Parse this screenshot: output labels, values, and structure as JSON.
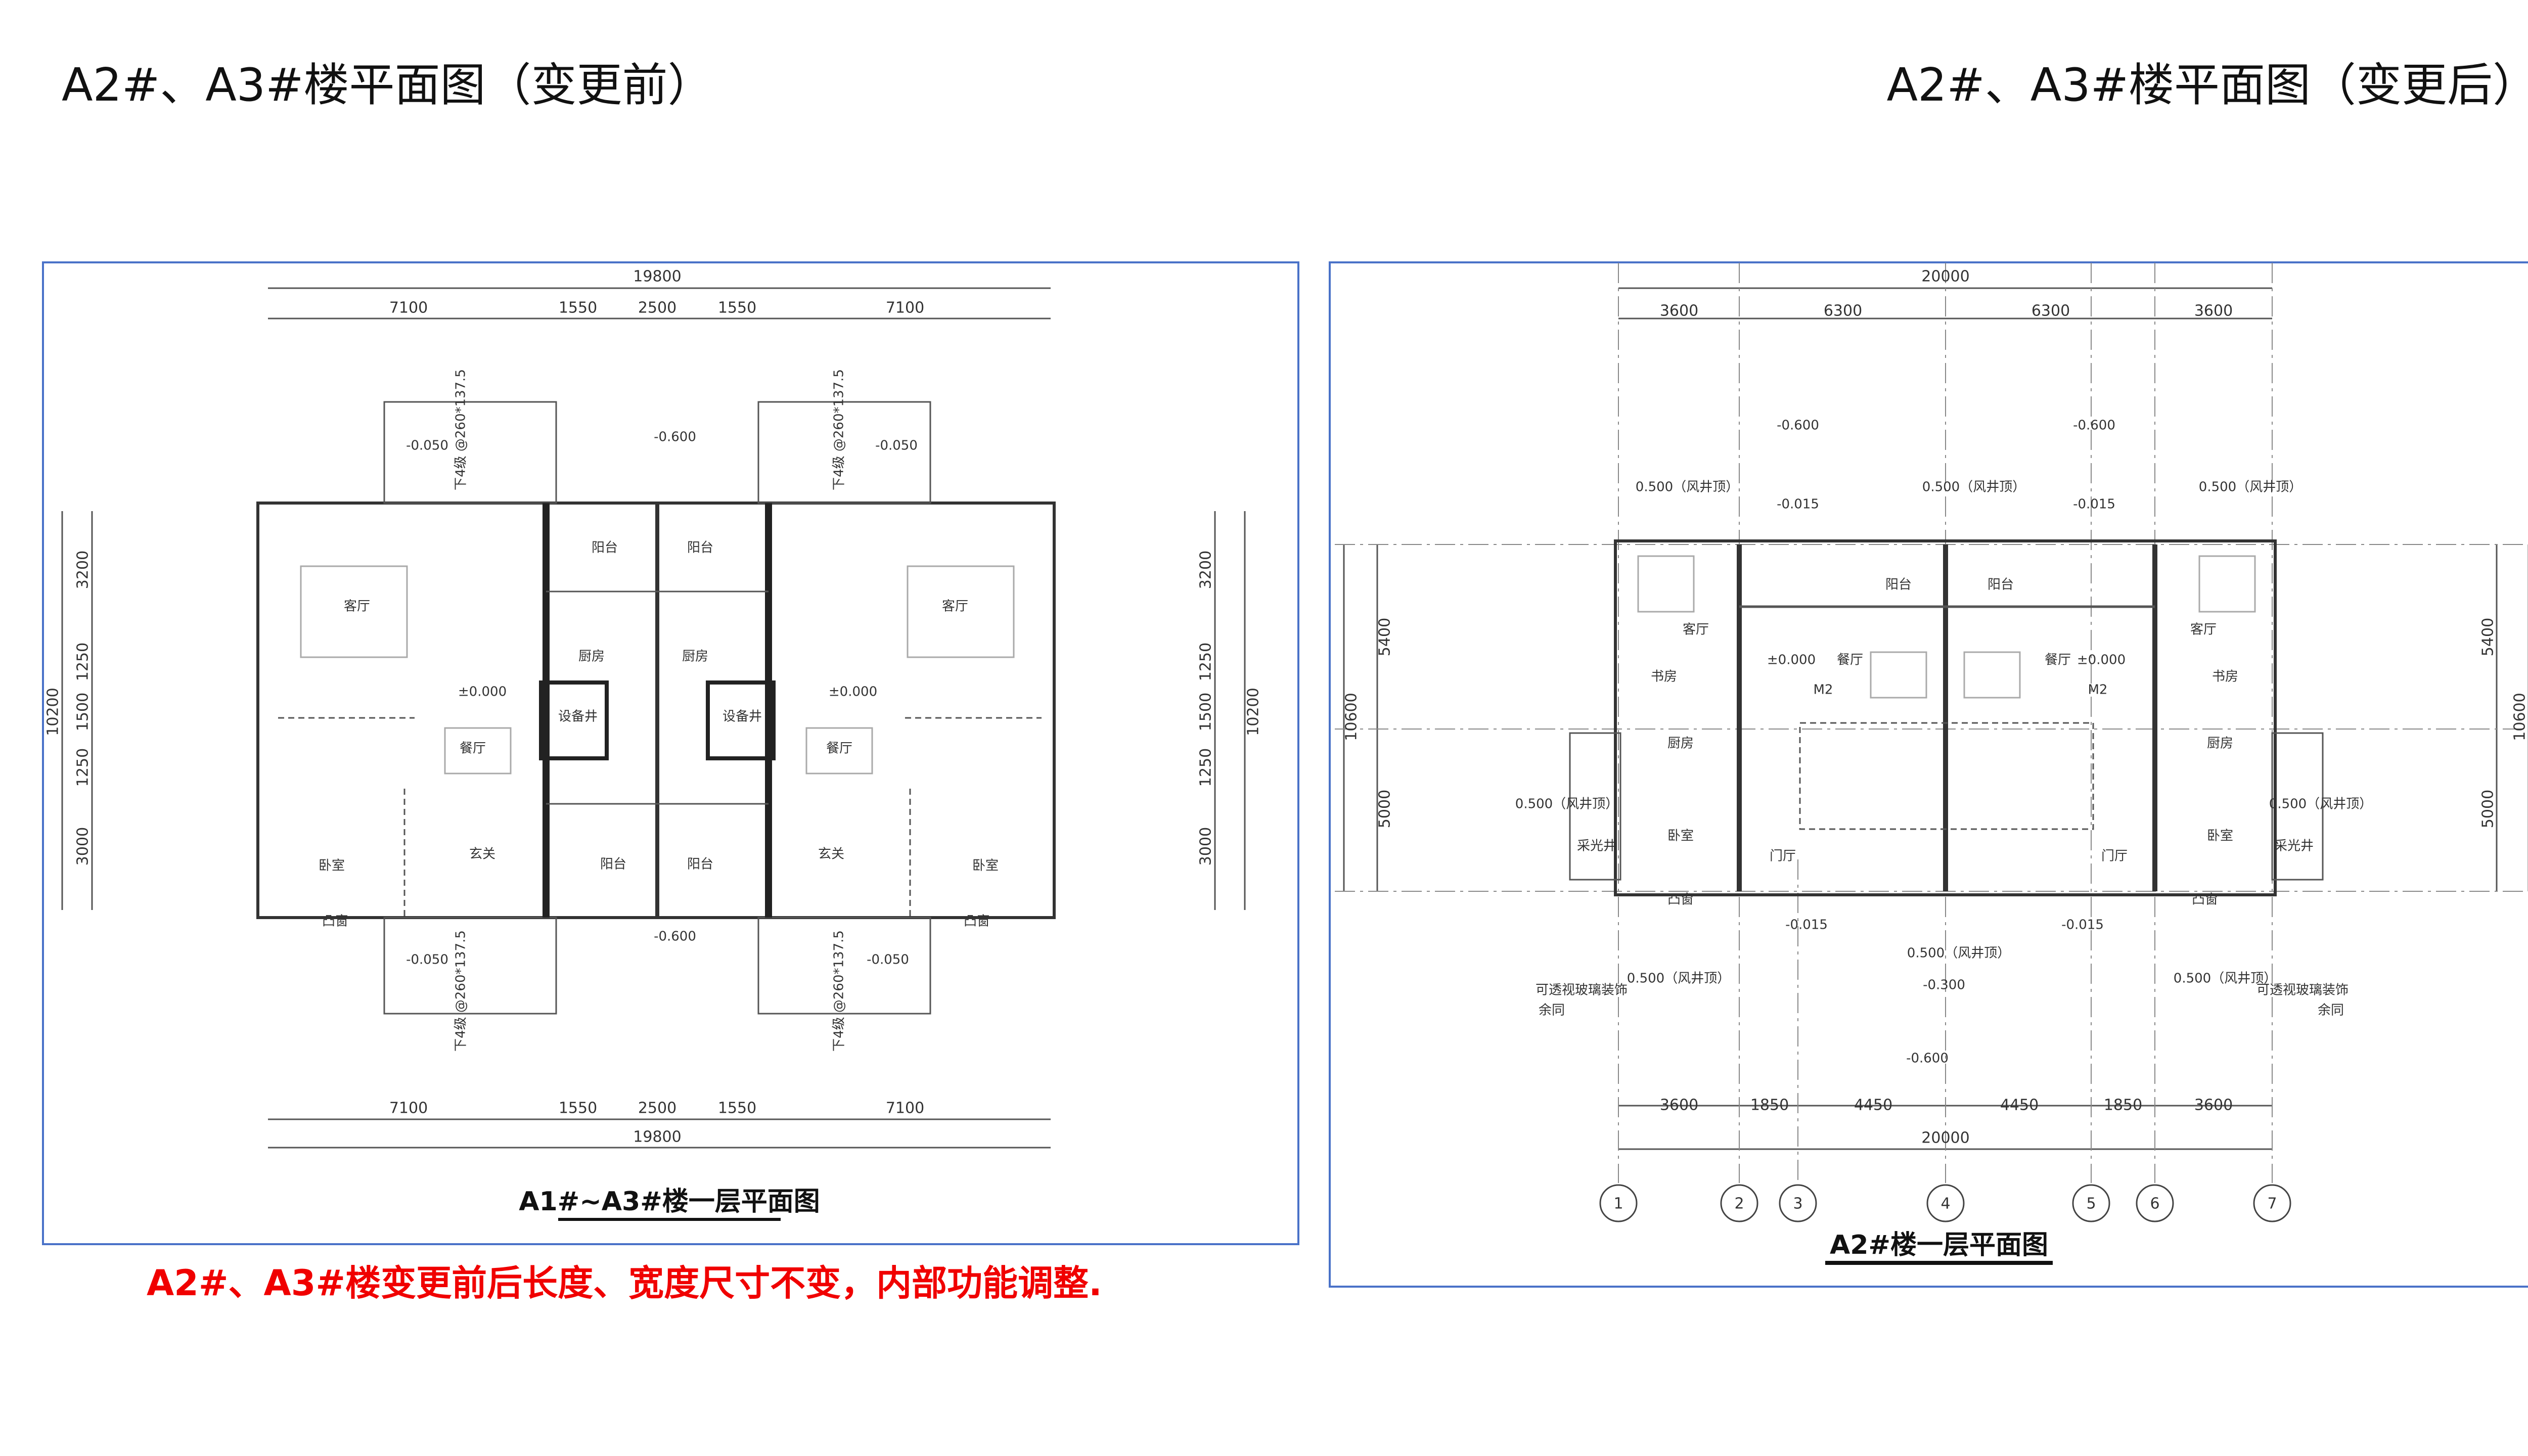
{
  "titles": {
    "before": "A2#、A3#楼平面图（变更前）",
    "after": "A2#、A3#楼平面图（变更后）"
  },
  "note": "A2#、A3#楼变更前后长度、宽度尺寸不变，内部功能调整.",
  "left_plan": {
    "caption": "A1#~A3#楼一层平面图",
    "top_dims": [
      "19800",
      "7100",
      "1550",
      "2500",
      "1550",
      "7100"
    ],
    "bottom_dims": [
      "7100",
      "1550",
      "2500",
      "1550",
      "7100",
      "19800"
    ],
    "left_dims": [
      "3200",
      "1250",
      "1500",
      "1250",
      "3000",
      "10200"
    ],
    "right_dims": [
      "3200",
      "1250",
      "1500",
      "1250",
      "3000",
      "10200"
    ],
    "rooms": [
      "阳台",
      "阳台",
      "客厅",
      "客厅",
      "厨房",
      "厨房",
      "±0.000",
      "±0.000",
      "设备井",
      "设备井",
      "餐厅",
      "餐厅",
      "玄关",
      "玄关",
      "卧室",
      "卧室",
      "阳台",
      "阳台",
      "凸窗",
      "凸窗"
    ],
    "levels": [
      "-0.600",
      "-0.600",
      "-0.050",
      "-0.050",
      "-0.050",
      "-0.050"
    ],
    "stairs_notes": [
      "下4级 @260*137.5",
      "下4级 @260*137.5",
      "下4级 @260*137.5",
      "下4级 @260*137.5"
    ]
  },
  "right_plan": {
    "caption": "A2#楼一层平面图",
    "top_dims": [
      "20000",
      "3600",
      "6300",
      "6300",
      "3600"
    ],
    "bottom_dims": [
      "3600",
      "1850",
      "4450",
      "4450",
      "1850",
      "3600",
      "20000"
    ],
    "left_dims": [
      "5400",
      "5000",
      "10600"
    ],
    "right_dims": [
      "5400",
      "5000",
      "10600"
    ],
    "axes": [
      "1",
      "2",
      "3",
      "4",
      "5",
      "6",
      "7"
    ],
    "rooms": [
      "阳台",
      "阳台",
      "客厅",
      "客厅",
      "书房",
      "书房",
      "餐厅",
      "餐厅",
      "±0.000",
      "±0.000",
      "M2",
      "M2",
      "厨房",
      "厨房",
      "卧室",
      "卧室",
      "采光井",
      "采光井",
      "门厅",
      "门厅",
      "凸窗",
      "凸窗"
    ],
    "levels": [
      "0.500（风井顶）",
      "0.500（风井顶）",
      "0.500（风井顶）",
      "0.500（风井顶）",
      "0.500（风井顶）",
      "0.500（风井顶）",
      "0.500（风井顶）",
      "0.500（风井顶）",
      "-0.600",
      "-0.600",
      "-0.015",
      "-0.015",
      "-0.015",
      "-0.015",
      "-0.300",
      "-0.600"
    ],
    "notes": [
      "可透视玻璃装饰",
      "余同",
      "可透视玻璃装饰",
      "余同"
    ]
  }
}
